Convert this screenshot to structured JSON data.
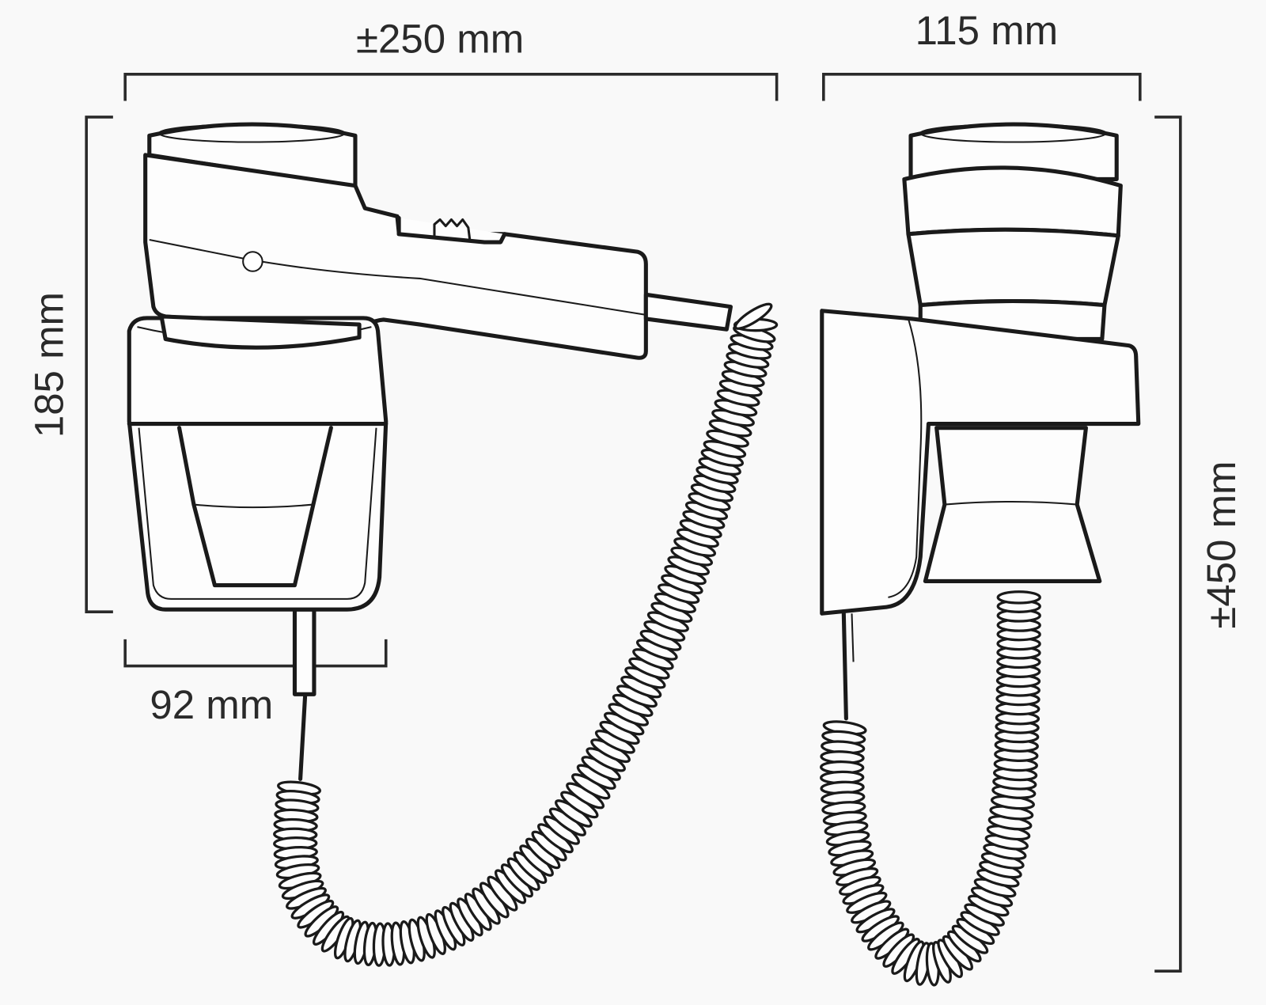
{
  "title": "Wall-mounted hair dryer dimensions",
  "dimensions": {
    "total_width": "±250 mm",
    "side_width": "115 mm",
    "holder_height": "185 mm",
    "total_height": "±450 mm",
    "holder_width": "92 mm"
  },
  "colors": {
    "background": "#f9f9f9",
    "line": "#1a1a1a"
  }
}
